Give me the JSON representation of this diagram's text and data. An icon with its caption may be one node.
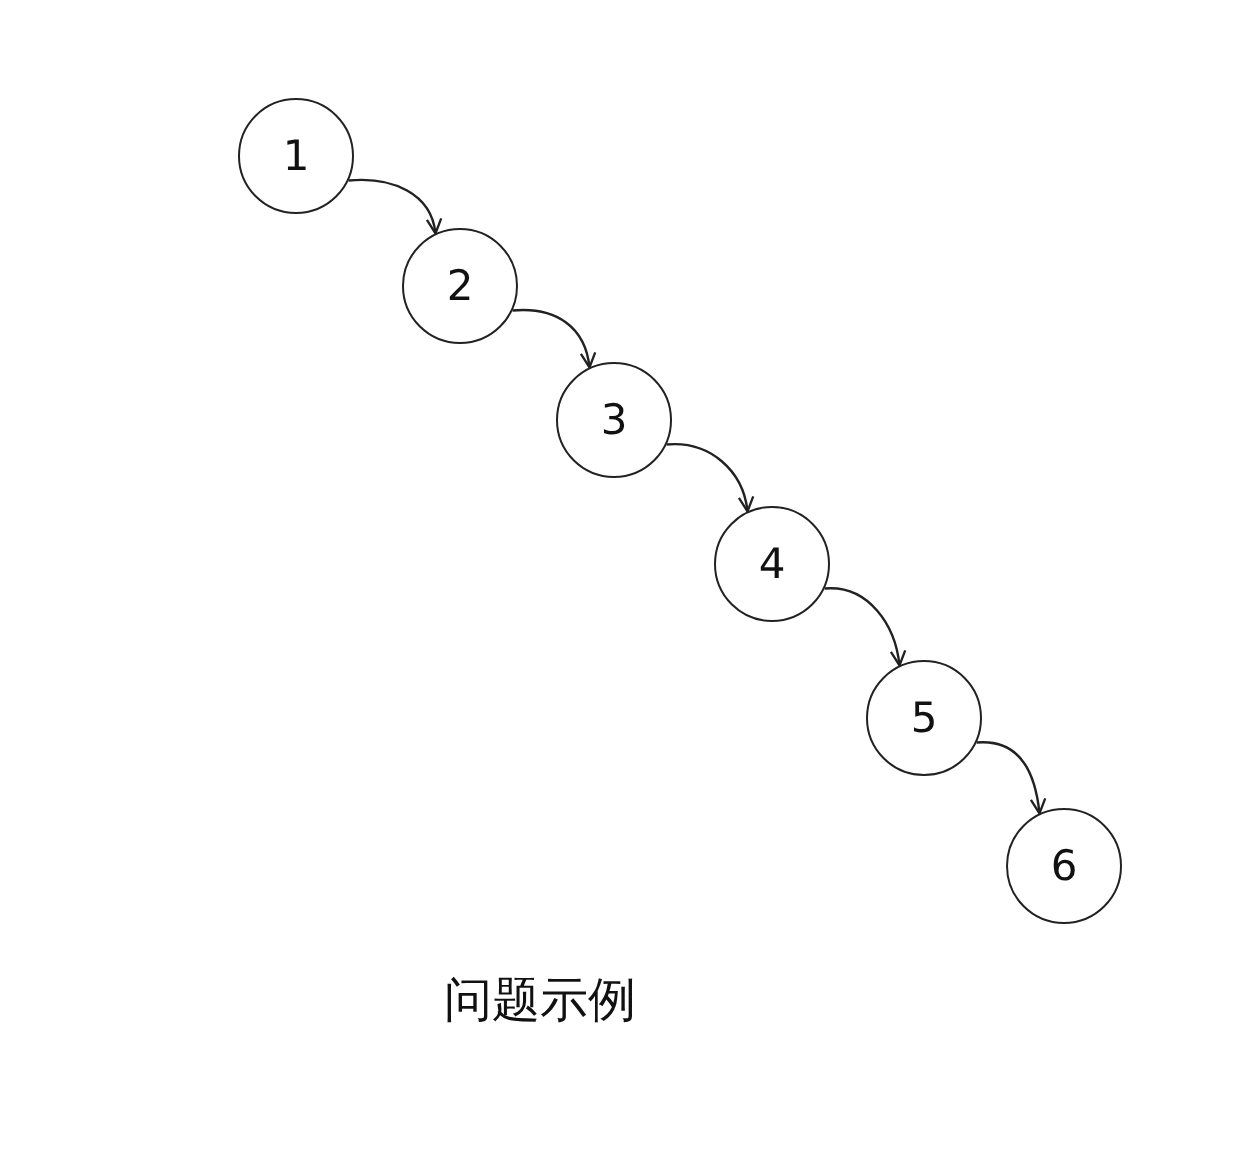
{
  "diagram": {
    "caption": "问题示例",
    "nodes": [
      {
        "text": [
          "1"
        ]
      },
      {
        "text": [
          "2"
        ]
      },
      {
        "text": [
          "3"
        ]
      },
      {
        "text": [
          "4"
        ]
      },
      {
        "text": [
          "5"
        ]
      },
      {
        "text": [
          "6"
        ]
      }
    ],
    "edges": [
      {
        "from": 0,
        "to": 1,
        "arrow": "to"
      },
      {
        "from": 1,
        "to": 2,
        "arrow": "to"
      },
      {
        "from": 2,
        "to": 3,
        "arrow": "to"
      },
      {
        "from": 3,
        "to": 4,
        "arrow": "to"
      },
      {
        "from": 4,
        "to": 5,
        "arrow": "to"
      }
    ]
  }
}
